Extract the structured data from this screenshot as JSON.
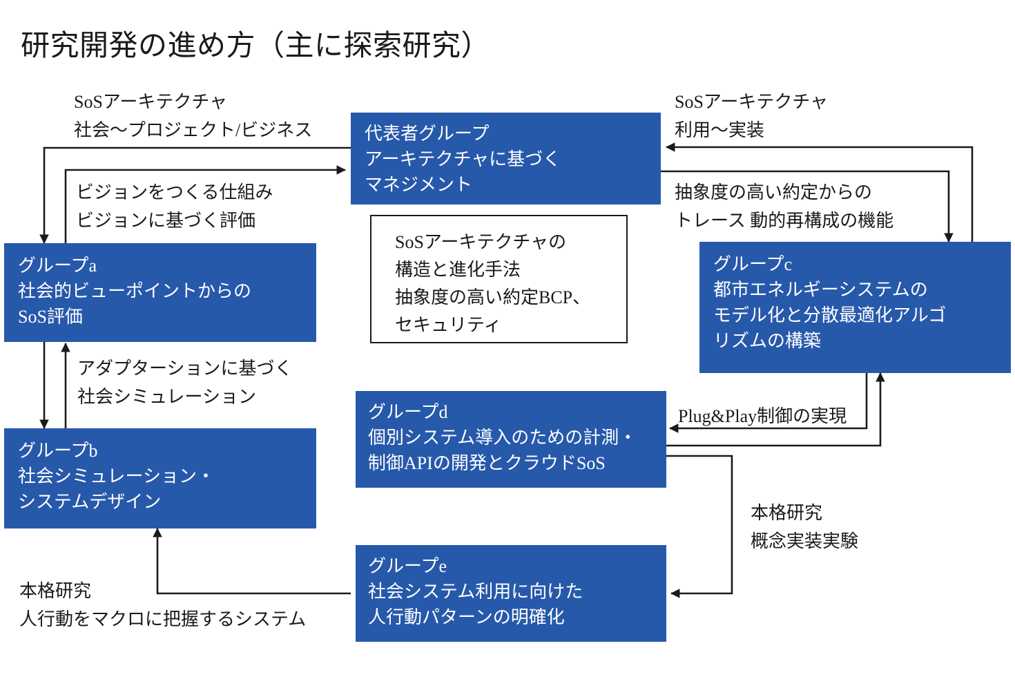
{
  "page": {
    "title": "研究開発の進め方（主に探索研究）",
    "accent_color": "#2759AB",
    "text_color": "#1a1a1a",
    "background": "#ffffff"
  },
  "boxes": {
    "representative": {
      "kind": "blue",
      "lines": [
        "代表者グループ",
        "アーキテクチャに基づく",
        "マネジメント"
      ]
    },
    "sos_architecture_note": {
      "kind": "white",
      "lines": [
        "SoSアーキテクチャの",
        "構造と進化手法",
        "抽象度の高い約定BCP、",
        "セキュリティ"
      ]
    },
    "group_a": {
      "kind": "blue",
      "lines": [
        "グループa",
        "社会的ビューポイントからの",
        "SoS評価"
      ]
    },
    "group_b": {
      "kind": "blue",
      "lines": [
        "グループb",
        "社会シミュレーション・",
        "システムデザイン"
      ]
    },
    "group_c": {
      "kind": "blue",
      "lines": [
        "グループc",
        "都市エネルギーシステムの",
        "モデル化と分散最適化アルゴ",
        "リズムの構築"
      ]
    },
    "group_d": {
      "kind": "blue",
      "lines": [
        "グループd",
        "個別システム導入のための計測・",
        "制御APIの開発とクラウドSoS"
      ]
    },
    "group_e": {
      "kind": "blue",
      "lines": [
        "グループe",
        "社会システム利用に向けた",
        "人行動パターンの明確化"
      ]
    }
  },
  "annotations": {
    "sos_left": {
      "lines": [
        "SoSアーキテクチャ",
        "社会～プロジェクト/ビジネス"
      ]
    },
    "vision": {
      "lines": [
        "ビジョンをつくる仕組み",
        "ビジョンに基づく評価"
      ]
    },
    "sos_right": {
      "lines": [
        "SoSアーキテクチャ",
        "利用～実装"
      ]
    },
    "trace": {
      "lines": [
        "抽象度の高い約定からの",
        "トレース 動的再構成の機能"
      ]
    },
    "adaptation": {
      "lines": [
        "アダプターションに基づく",
        "社会シミュレーション"
      ]
    },
    "plug_and_play": {
      "lines": [
        "Plug&Play制御の実現"
      ]
    },
    "full_research_right": {
      "lines": [
        "本格研究",
        "概念実装実験"
      ]
    },
    "full_research_left": {
      "lines": [
        "本格研究",
        "人行動をマクロに把握するシステム"
      ]
    }
  }
}
